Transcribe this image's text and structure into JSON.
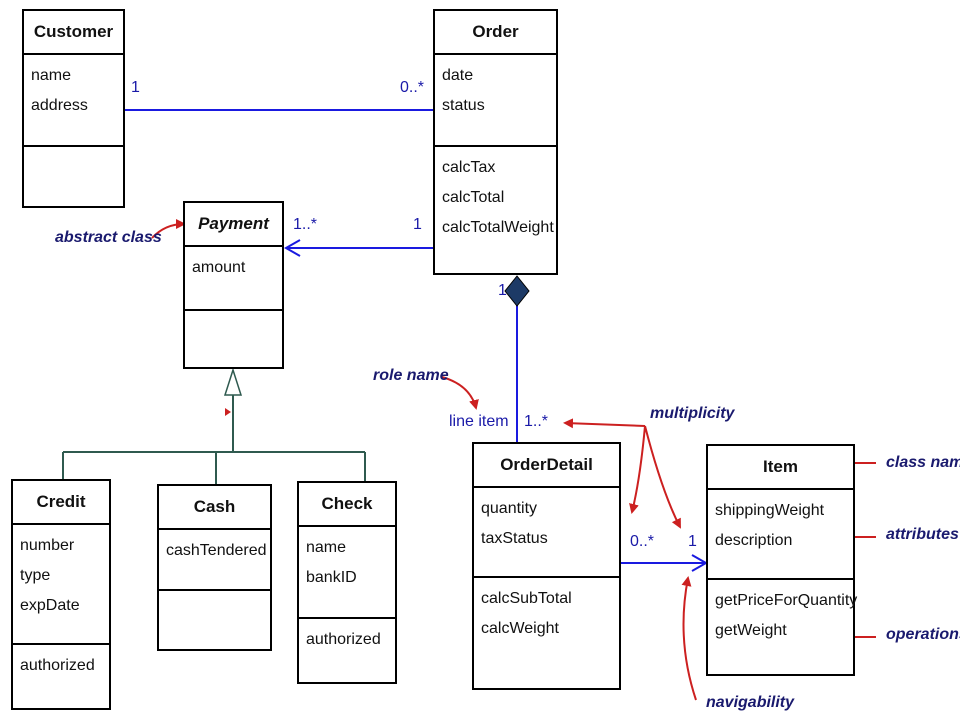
{
  "classes": {
    "customer": {
      "name": "Customer",
      "attributes": [
        "name",
        "address"
      ],
      "operations": []
    },
    "order": {
      "name": "Order",
      "attributes": [
        "date",
        "status"
      ],
      "operations": [
        "calcTax",
        "calcTotal",
        "calcTotalWeight"
      ]
    },
    "payment": {
      "name": "Payment",
      "attributes": [
        "amount"
      ],
      "operations": []
    },
    "credit": {
      "name": "Credit",
      "attributes": [
        "number",
        "type",
        "expDate"
      ],
      "operations": [
        "authorized"
      ]
    },
    "cash": {
      "name": "Cash",
      "attributes": [
        "cashTendered"
      ],
      "operations": []
    },
    "check": {
      "name": "Check",
      "attributes": [
        "name",
        "bankID"
      ],
      "operations": [
        "authorized"
      ]
    },
    "orderdetail": {
      "name": "OrderDetail",
      "attributes": [
        "quantity",
        "taxStatus"
      ],
      "operations": [
        "calcSubTotal",
        "calcWeight"
      ]
    },
    "item": {
      "name": "Item",
      "attributes": [
        "shippingWeight",
        "description"
      ],
      "operations": [
        "getPriceForQuantity",
        "getWeight"
      ]
    }
  },
  "labels": {
    "cust_order_1": "1",
    "cust_order_many": "0..*",
    "payment_mult": "1..*",
    "order_payment_1": "1",
    "order_agg_1": "1",
    "role_name": "line item",
    "od_mult": "1..*",
    "od_item_many": "0..*",
    "od_item_1": "1"
  },
  "annotations": {
    "abstract_class": "abstract class",
    "role_name": "role name",
    "multiplicity": "multiplicity",
    "class_name": "class name",
    "attributes": "attributes",
    "operations": "operations",
    "navigability": "navigability"
  },
  "colors": {
    "association": "#1a1ae0",
    "annotation_arrow": "#cc2020",
    "annotation_text": "#1a1a6e",
    "inheritance": "#2f5a4f",
    "aggregation_fill": "#1d3a66"
  }
}
